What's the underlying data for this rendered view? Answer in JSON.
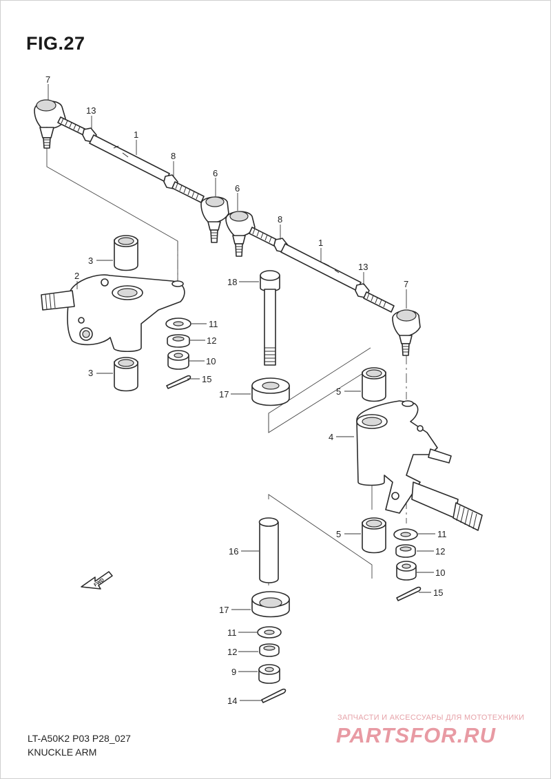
{
  "figure": {
    "title": "FIG.27",
    "model_code": "LT-A50K2 P03 P28_027",
    "caption": "KNUCKLE ARM"
  },
  "direction_badge": "FWD",
  "watermark": {
    "line1": "ЗАПЧАСТИ И АКСЕССУАРЫ ДЛЯ МОТОТЕХНИКИ",
    "logo": "PARTSFOR.RU"
  },
  "callouts": {
    "c7a": "7",
    "c13a": "13",
    "c1a": "1",
    "c8a": "8",
    "c6a": "6",
    "c6b": "6",
    "c8b": "8",
    "c1b": "1",
    "c13b": "13",
    "c7b": "7",
    "c3a": "3",
    "c2": "2",
    "c11a": "11",
    "c12a": "12",
    "c10a": "10",
    "c3b": "3",
    "c15a": "15",
    "c18": "18",
    "c17a": "17",
    "c5a": "5",
    "c4": "4",
    "c5b": "5",
    "c11b": "11",
    "c12b": "12",
    "c10b": "10",
    "c15b": "15",
    "c16": "16",
    "c17b": "17",
    "c11c": "11",
    "c12c": "12",
    "c9": "9",
    "c14": "14"
  }
}
